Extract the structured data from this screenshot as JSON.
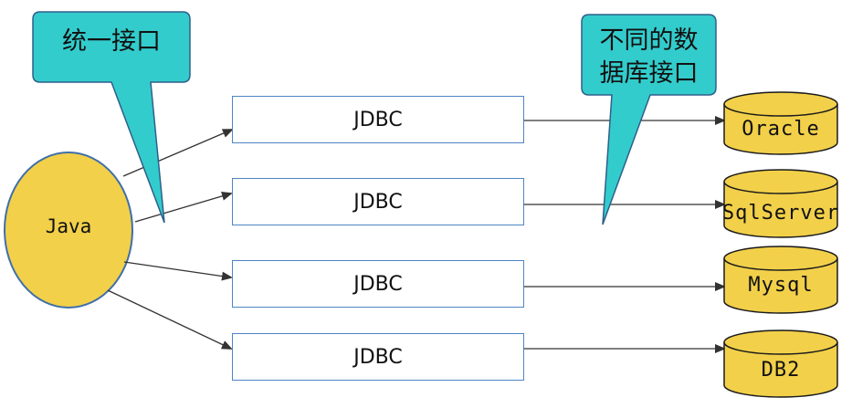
{
  "callouts": {
    "left": "统一接口",
    "right_line1": "不同的数",
    "right_line2": "据库接口"
  },
  "java": {
    "label": "Java"
  },
  "jdbc_boxes": [
    "JDBC",
    "JDBC",
    "JDBC",
    "JDBC"
  ],
  "databases": [
    "Oracle",
    "SqlServer",
    "Mysql",
    "DB2"
  ],
  "colors": {
    "callout_fill": "#33cccc",
    "callout_stroke": "#2f5f8a",
    "java_fill": "#f2d04a",
    "java_stroke": "#3f6fa8",
    "db_fill": "#f2d04a",
    "db_stroke": "#1a1a1a",
    "box_stroke": "#4f84c4",
    "arrow": "#333333"
  }
}
